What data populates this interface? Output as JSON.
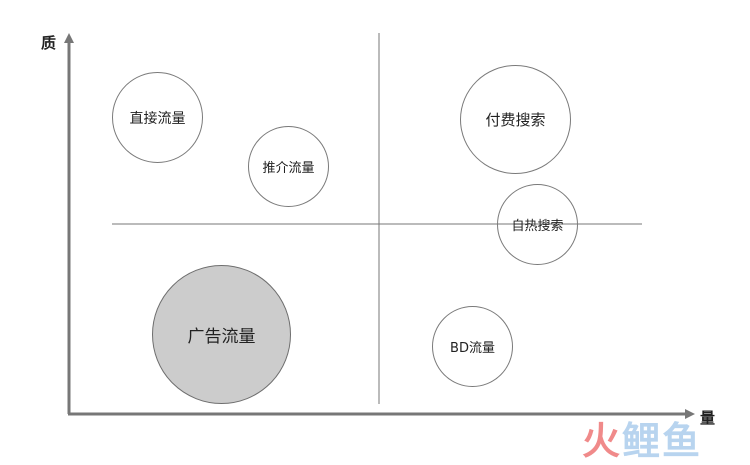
{
  "axes": {
    "y_label": "质",
    "x_label": "量"
  },
  "bubbles": [
    {
      "label": "直接流量",
      "quadrant": "top-left"
    },
    {
      "label": "推介流量",
      "quadrant": "top-left"
    },
    {
      "label": "付费搜索",
      "quadrant": "top-right"
    },
    {
      "label": "自热搜索",
      "quadrant": "top-right"
    },
    {
      "label": "广告流量",
      "quadrant": "bottom-left",
      "highlighted": true
    },
    {
      "label": "BD流量",
      "quadrant": "bottom-right"
    }
  ],
  "colors": {
    "axis": "#777777",
    "highlight_fill": "#cccccc",
    "bubble_border": "#7a7a7a"
  },
  "watermark": {
    "part1": "火",
    "part2": "鲤鱼"
  }
}
